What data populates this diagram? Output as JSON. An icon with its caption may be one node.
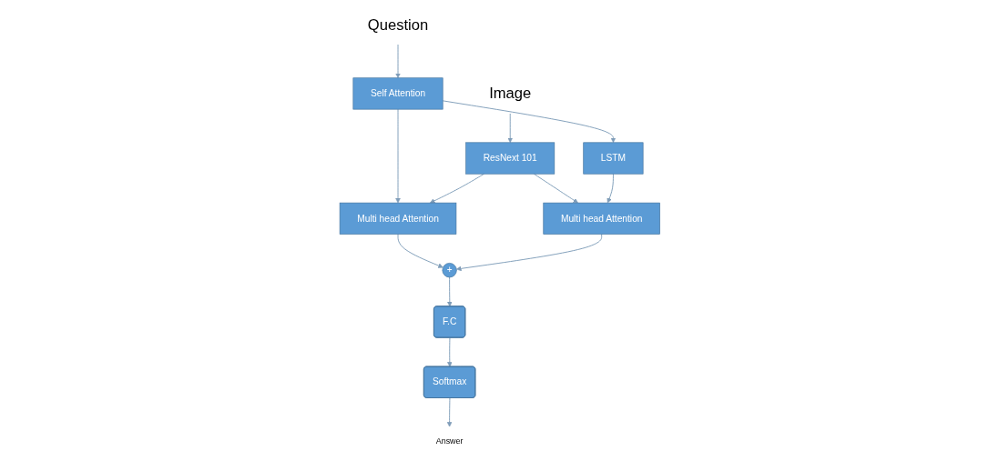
{
  "diagram": {
    "nodes": [
      {
        "text": [
          "Question"
        ]
      },
      {
        "text": [
          "Self Attention"
        ]
      },
      {
        "text": [
          "LSTM"
        ]
      },
      {
        "text": [
          "Multi head Attention"
        ]
      },
      {
        "text": [
          "Image"
        ]
      },
      {
        "text": [
          "ResNext 101"
        ]
      },
      {
        "text": [
          "Multi head Attention"
        ]
      },
      {
        "text": [
          "+"
        ]
      },
      {
        "text": [
          "F.C"
        ]
      },
      {
        "text": [
          "Softmax"
        ]
      },
      {
        "text": [
          "Answer"
        ]
      }
    ],
    "edges": [
      {
        "from": 0,
        "to": 1,
        "arrow": "to"
      },
      {
        "from": 1,
        "to": 2,
        "arrow": "to"
      },
      {
        "from": 1,
        "to": 3,
        "arrow": "to"
      },
      {
        "from": 4,
        "to": 5,
        "arrow": "to"
      },
      {
        "from": 5,
        "to": 3,
        "arrow": "to"
      },
      {
        "from": 5,
        "to": 6,
        "arrow": "to"
      },
      {
        "from": 2,
        "to": 6,
        "arrow": "to"
      },
      {
        "from": 3,
        "to": 7,
        "arrow": "to"
      },
      {
        "from": 6,
        "to": 7,
        "arrow": "to"
      },
      {
        "from": 7,
        "to": 8,
        "arrow": "to"
      },
      {
        "from": 8,
        "to": 9,
        "arrow": "to"
      },
      {
        "from": 9,
        "to": 10,
        "arrow": "to"
      }
    ]
  }
}
